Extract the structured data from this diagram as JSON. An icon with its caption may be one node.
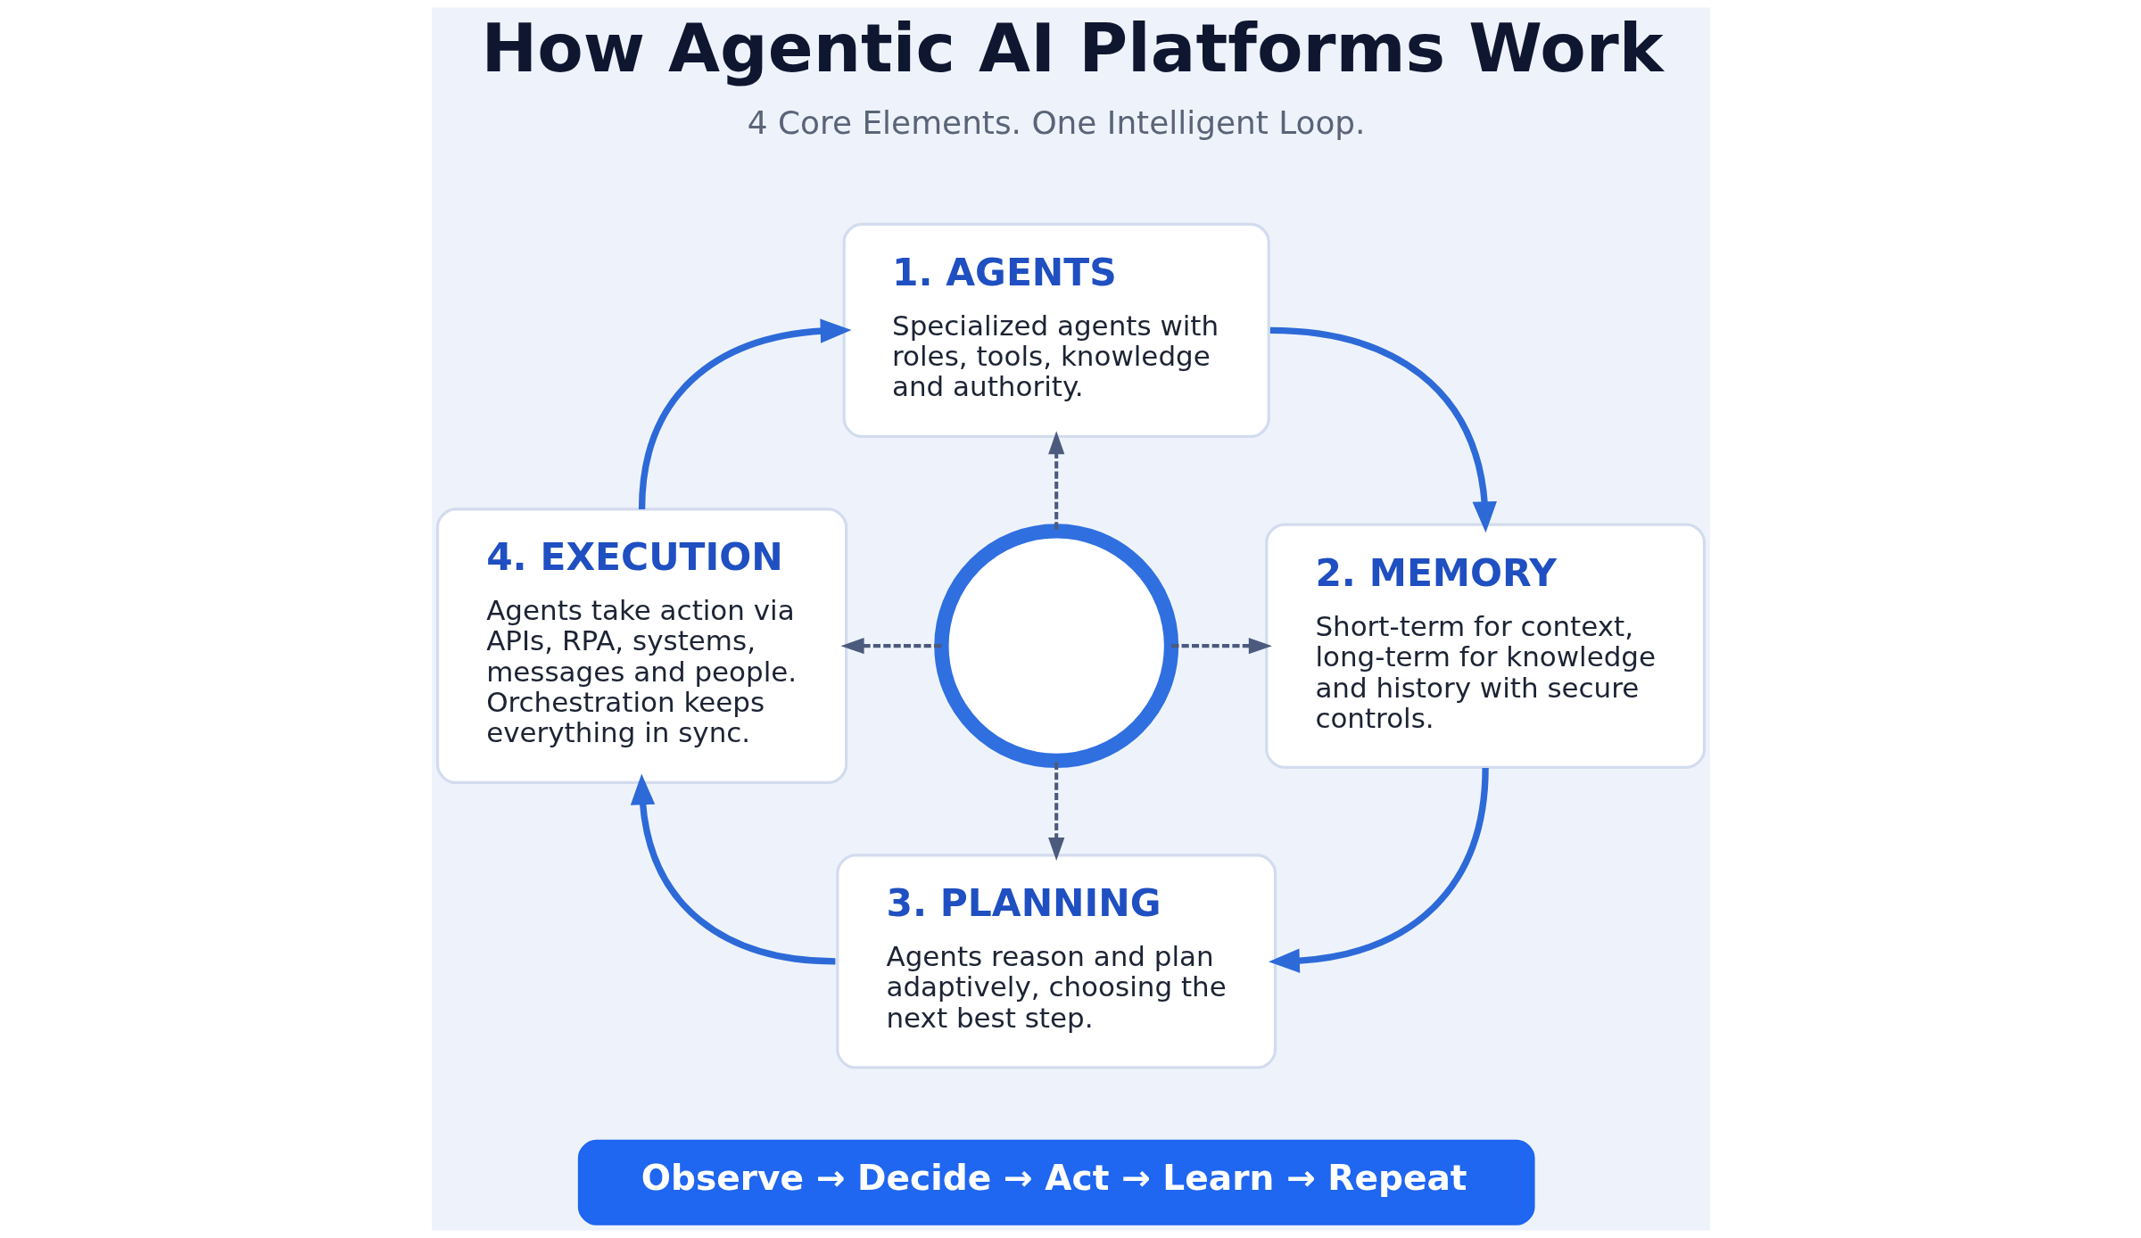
{
  "diagram": {
    "title": "How Agentic AI Platforms Work",
    "nodes": [
      {
        "text": [
          "1. AGENTS",
          "Specialized agents with roles, tools, knowledge and authority."
        ]
      },
      {
        "text": [
          "2. MEMORY",
          "Short-term for context, long-term for knowledge and history with secure controls."
        ]
      },
      {
        "text": [
          "3. PLANNING",
          "Agents reason and plan adaptively, choosing the next best step."
        ]
      },
      {
        "text": [
          "4. EXECUTION",
          "Agents take action via APIs, RPA, systems, messages and people. Orchestration keeps everything in sync."
        ]
      },
      {
        "text": [],
        "shape": "circle"
      },
      {
        "text": [
          "Observe → Decide → Act → Learn → Repeat"
        ]
      }
    ],
    "edges": [
      {
        "from": 0,
        "to": 1,
        "arrow": "to"
      },
      {
        "from": 1,
        "to": 2,
        "arrow": "to"
      },
      {
        "from": 2,
        "to": 3,
        "arrow": "to"
      },
      {
        "from": 3,
        "to": 0,
        "arrow": "to"
      },
      {
        "from": 4,
        "to": 0,
        "arrow": "to",
        "style": "dashed",
        "color": "#4b5a7d"
      },
      {
        "from": 4,
        "to": 1,
        "arrow": "to",
        "style": "dashed",
        "color": "#4b5a7d"
      },
      {
        "from": 4,
        "to": 2,
        "arrow": "to",
        "style": "dashed",
        "color": "#4b5a7d"
      },
      {
        "from": 4,
        "to": 3,
        "arrow": "to",
        "style": "dashed",
        "color": "#4b5a7d"
      }
    ],
    "labels": [
      "4 Core Elements. One Intelligent Loop."
    ]
  }
}
